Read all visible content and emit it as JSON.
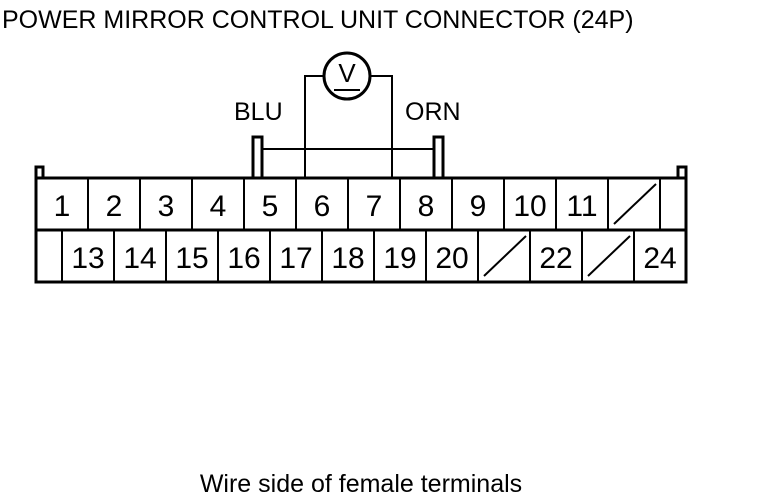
{
  "title": "POWER MIRROR CONTROL UNIT CONNECTOR (24P)",
  "meter_symbol": "V",
  "wire_labels": {
    "left": "BLU",
    "right": "ORN"
  },
  "caption": "Wire side of female terminals",
  "top_row": [
    "1",
    "2",
    "3",
    "4",
    "5",
    "6",
    "7",
    "8",
    "9",
    "10",
    "11",
    ""
  ],
  "bottom_row": [
    "",
    "13",
    "14",
    "15",
    "16",
    "17",
    "18",
    "19",
    "20",
    "",
    "22",
    "",
    "24"
  ],
  "colors": {
    "line": "#000000",
    "background": "#ffffff"
  }
}
